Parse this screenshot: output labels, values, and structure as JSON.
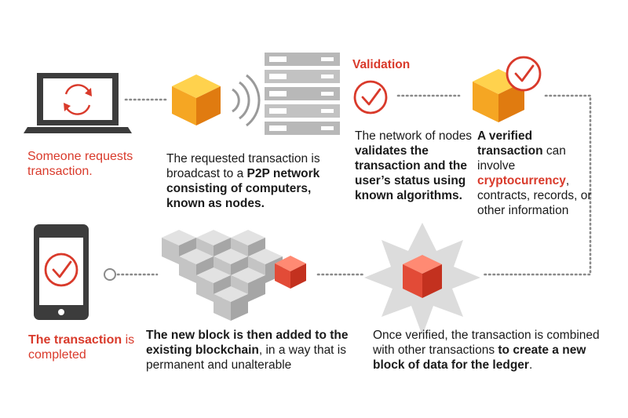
{
  "steps": {
    "s1": {
      "text": "Someone requests transaction."
    },
    "s2": {
      "t1": "The requested transaction is broadcast to a ",
      "t2": "P2P network consisting of computers, known as nodes."
    },
    "s3": {
      "heading": "Validation",
      "t1": "The network of nodes ",
      "t2": "validates the transaction and the user’s status using known algorithms."
    },
    "s4": {
      "t1": "A verified transaction",
      "t2": " can involve ",
      "t3": "cryptocurrency",
      "t4": ", contracts, records, or other information"
    },
    "s5": {
      "t1": "Once verified, the transaction is combined with other transactions ",
      "t2": "to create a new block of data for the ledger",
      "t3": "."
    },
    "s6": {
      "t1": "The new block is then added to the existing blockchain",
      "t2": ", in a way that is permanent and unalterable"
    },
    "s7": {
      "t1": "The transaction",
      "t2": " is completed"
    }
  },
  "colors": {
    "accent_red": "#d93a2b",
    "cube_orange": "#f5a623",
    "cube_gray": "#bdbdbd",
    "device_dark": "#3c3c3c"
  },
  "icons": [
    "laptop-refresh-icon",
    "orange-cube-icon",
    "signal-waves-icon",
    "server-rack-icon",
    "checkmark-circle-icon",
    "verified-cube-icon",
    "burst-red-cube-icon",
    "blockchain-cubes-icon",
    "smartphone-check-icon"
  ]
}
